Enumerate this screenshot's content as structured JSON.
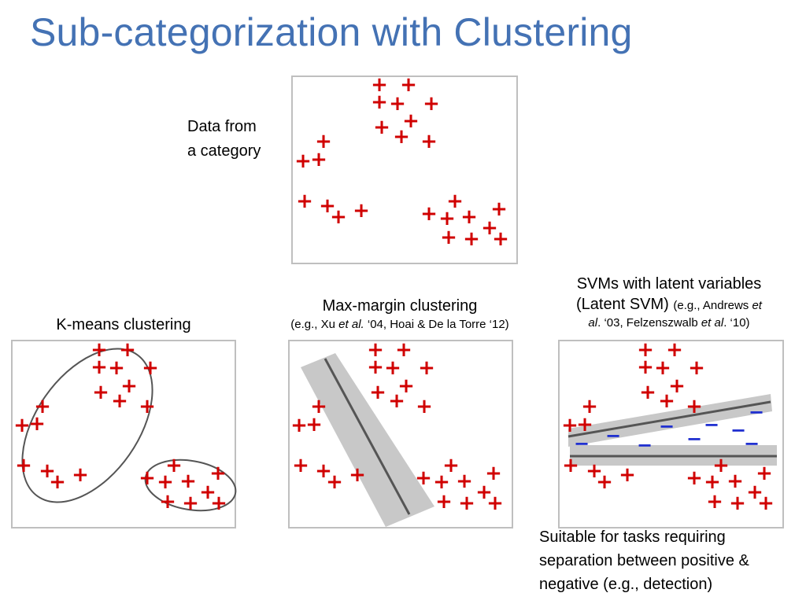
{
  "title": "Sub-categorization with Clustering",
  "data_label": {
    "line1": "Data from",
    "line2": "a category"
  },
  "kmeans": {
    "caption": "K-means clustering"
  },
  "maxmargin": {
    "caption": "Max-margin clustering",
    "ref_pre": "(e.g., Xu ",
    "ref_etal": "et al.",
    "ref_post": " ‘04, Hoai & De la Torre ‘12)"
  },
  "latent": {
    "caption1": "SVMs with latent variables",
    "caption2_main": "(Latent SVM) ",
    "ref_a": "(e.g., Andrews ",
    "ref_etal1": "et",
    "ref_line2_a": "al",
    "ref_line2_b": ". ‘03,  Felzenszwalb ",
    "ref_etal2": "et al",
    "ref_line2_c": ". ‘10)"
  },
  "footnote": {
    "line1": "Suitable for tasks requiring",
    "line2": "separation between positive &",
    "line3": "negative (e.g., detection)"
  },
  "symbols": {
    "plus": "+",
    "minus": "−"
  },
  "colors": {
    "title": "#4472b4",
    "positive": "#d00000",
    "negative": "#1f2fd0",
    "margin_band": "#c8c8c8",
    "boundary": "#555555",
    "panel_border": "#bfbfbf"
  }
}
